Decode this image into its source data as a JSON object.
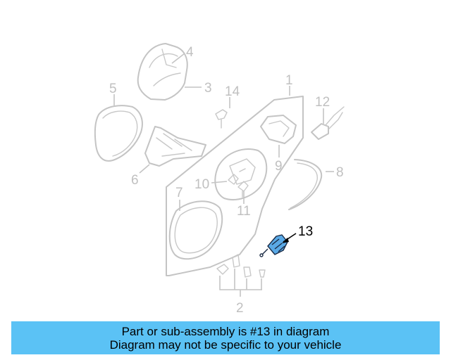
{
  "diagram": {
    "callouts": [
      "1",
      "2",
      "3",
      "4",
      "5",
      "6",
      "7",
      "8",
      "9",
      "10",
      "11",
      "12",
      "13",
      "14"
    ],
    "highlighted_callout": "13",
    "colors": {
      "highlight_fill": "#5aa9e6",
      "line_art": "#c4c4c4",
      "banner": "#5bc2f5"
    }
  },
  "banner": {
    "line1": "Part or sub-assembly is #13 in diagram",
    "line2": "Diagram may not be specific to your vehicle"
  }
}
